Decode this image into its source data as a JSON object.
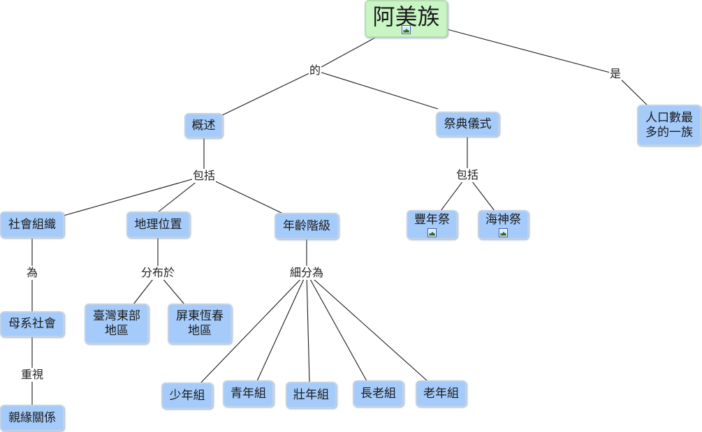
{
  "nodes": {
    "root": "阿美族",
    "overview": "概述",
    "ceremonies": "祭典儀式",
    "largest": "人口數最\n多的一族",
    "social": "社會組織",
    "geo": "地理位置",
    "age": "年齡階級",
    "harvest": "豐年祭",
    "seagod": "海神祭",
    "matri": "母系社會",
    "kinship": "親緣關係",
    "taiwan_east": "臺灣東部\n地區",
    "pingtung": "屏東恆春\n地區",
    "youth": "少年組",
    "young": "青年組",
    "adult": "壯年組",
    "elder": "長老組",
    "old": "老年組"
  },
  "links": {
    "of": "的",
    "is": "是",
    "include1": "包括",
    "include2": "包括",
    "is_for": "為",
    "value": "重視",
    "distributed": "分布於",
    "subdivided": "細分為"
  },
  "resource_icons": [
    "root",
    "harvest",
    "seagod"
  ],
  "colors": {
    "concept_fill": "#a4cbfa",
    "root_fill": "#c9f5c4",
    "line": "#1a1a1a"
  }
}
